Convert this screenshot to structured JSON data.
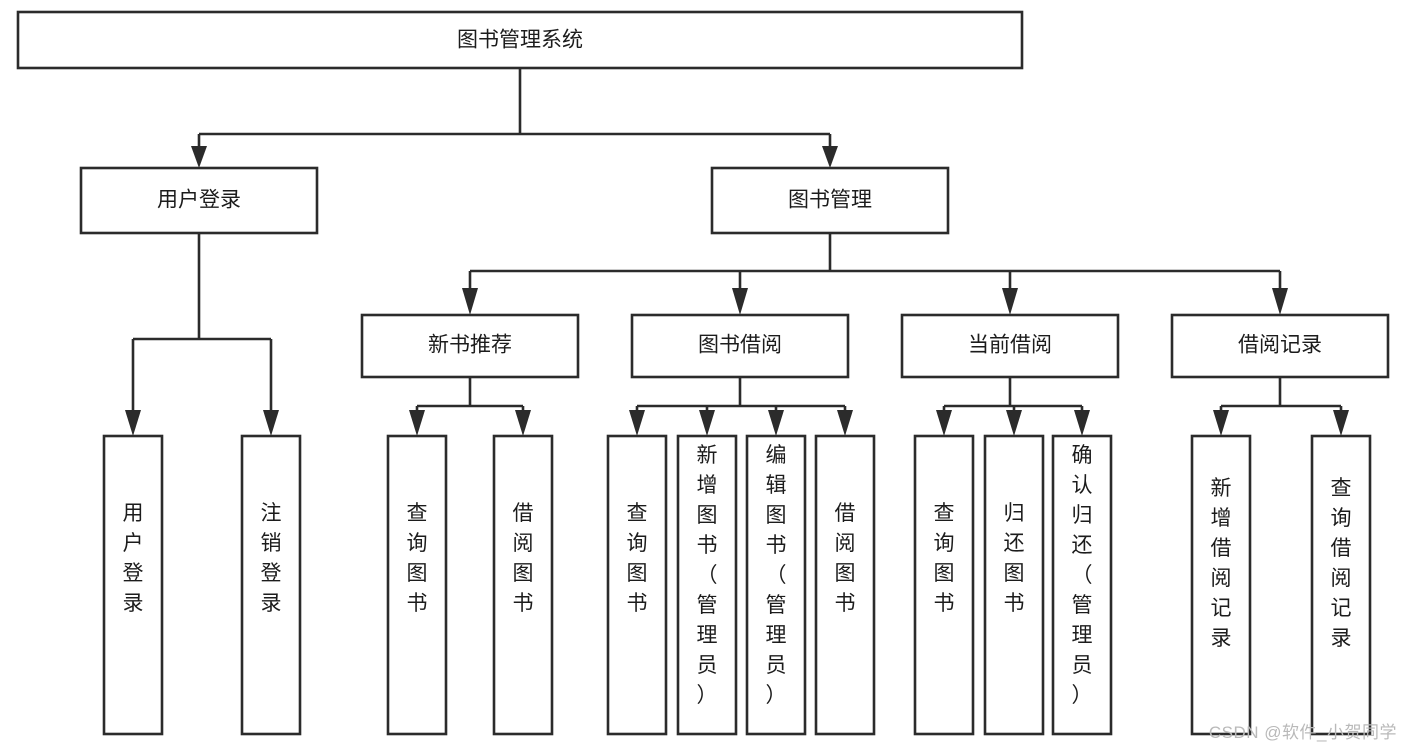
{
  "diagram": {
    "title": "图书管理系统",
    "type": "tree",
    "orientation": "top-down",
    "colors": {
      "box_fill": "#ffffff",
      "box_stroke": "#2b2b2b",
      "text": "#1c1c1c",
      "watermark": "#b9b9b9",
      "background": "#ffffff"
    },
    "root": {
      "label": "图书管理系统"
    },
    "level2": [
      {
        "label": "用户登录"
      },
      {
        "label": "图书管理"
      }
    ],
    "level3": [
      {
        "label": "新书推荐"
      },
      {
        "label": "图书借阅"
      },
      {
        "label": "当前借阅"
      },
      {
        "label": "借阅记录"
      }
    ],
    "leaves": {
      "user_login": [
        {
          "label": "用户登录"
        },
        {
          "label": "注销登录"
        }
      ],
      "new_book_recommend": [
        {
          "label": "查询图书"
        },
        {
          "label": "借阅图书"
        }
      ],
      "book_borrow": [
        {
          "label": "查询图书"
        },
        {
          "label": "新增图书（管理员）"
        },
        {
          "label": "编辑图书（管理员）"
        },
        {
          "label": "借阅图书"
        }
      ],
      "current_borrow": [
        {
          "label": "查询图书"
        },
        {
          "label": "归还图书"
        },
        {
          "label": "确认归还（管理员）"
        }
      ],
      "borrow_record": [
        {
          "label": "新增借阅记录"
        },
        {
          "label": "查询借阅记录"
        }
      ]
    }
  },
  "watermark": {
    "text": "CSDN @软件_小贺同学"
  }
}
